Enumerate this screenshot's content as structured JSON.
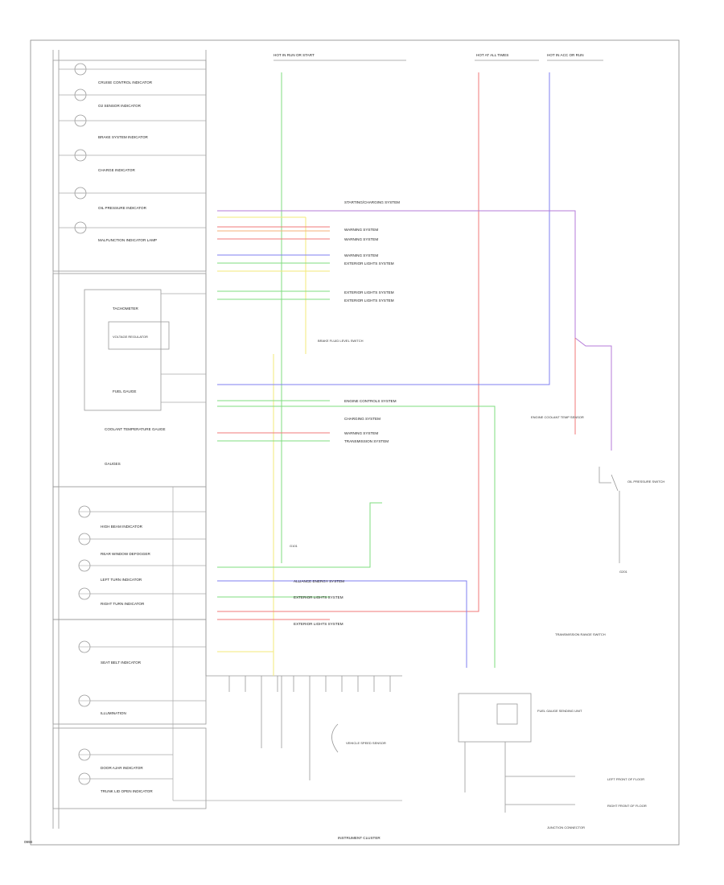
{
  "page": {
    "footer_code": "0994",
    "instrument_cluster_label": "INSTRUMENT CLUSTER"
  },
  "cluster_left": [
    {
      "id": "cruise",
      "text": "CRUISE CONTROL INDICATOR"
    },
    {
      "id": "o2",
      "text": "O2 SENSOR INDICATOR"
    },
    {
      "id": "brake",
      "text": "BRAKE SYSTEM INDICATOR"
    },
    {
      "id": "charge",
      "text": "CHARGE INDICATOR"
    },
    {
      "id": "oil",
      "text": "OIL PRESSURE INDICATOR"
    },
    {
      "id": "malf",
      "text": "MALFUNCTION INDICATOR LAMP"
    },
    {
      "id": "tach",
      "text": "TACHOMETER"
    },
    {
      "id": "voltage",
      "text": "VOLTAGE REGULATOR"
    },
    {
      "id": "fuel",
      "text": "FUEL GAUGE"
    },
    {
      "id": "temp",
      "text": "COOLANT TEMPERATURE GAUGE"
    },
    {
      "id": "gauges",
      "text": "GAUGES"
    },
    {
      "id": "highbeam",
      "text": "HIGH BEAM INDICATOR"
    },
    {
      "id": "rearwin",
      "text": "REAR WINDOW DEFOGGER"
    },
    {
      "id": "lturn",
      "text": "LEFT TURN INDICATOR"
    },
    {
      "id": "rturn",
      "text": "RIGHT TURN INDICATOR"
    },
    {
      "id": "seatbelt",
      "text": "SEAT BELT INDICATOR"
    },
    {
      "id": "illum",
      "text": "ILLUMINATION"
    },
    {
      "id": "door",
      "text": "DOOR AJAR INDICATOR"
    },
    {
      "id": "trunk",
      "text": "TRUNK LID OPEN INDICATOR"
    }
  ],
  "top_labels": [
    {
      "id": "fuse_left",
      "text": "HOT IN RUN OR START"
    },
    {
      "id": "fuse_mid",
      "text": "HOT AT ALL TIMES"
    },
    {
      "id": "fuse_right",
      "text": "HOT IN ACC OR RUN"
    }
  ],
  "right_labels": [
    {
      "id": "r1",
      "text": "STARTING/CHARGING SYSTEM"
    },
    {
      "id": "r2",
      "text": "WARNING SYSTEM"
    },
    {
      "id": "r3",
      "text": "WARNING SYSTEM"
    },
    {
      "id": "r4",
      "text": "WARNING SYSTEM"
    },
    {
      "id": "r5",
      "text": "EXTERIOR LIGHTS SYSTEM"
    },
    {
      "id": "r6",
      "text": "EXTERIOR LIGHTS SYSTEM"
    },
    {
      "id": "r7",
      "text": "EXTERIOR LIGHTS SYSTEM"
    },
    {
      "id": "r8",
      "text": "ENGINE CONTROLS SYSTEM"
    },
    {
      "id": "r9",
      "text": "CHARGING SYSTEM"
    },
    {
      "id": "r10",
      "text": "WARNING SYSTEM"
    },
    {
      "id": "r11",
      "text": "TRANSMISSION SYSTEM"
    },
    {
      "id": "r12",
      "text": "ALLIANCE ENERGY SYSTEM"
    },
    {
      "id": "r13",
      "text": "EXTERIOR LIGHTS SYSTEM"
    },
    {
      "id": "r14",
      "text": "EXTERIOR LIGHTS SYSTEM"
    }
  ],
  "components": [
    {
      "id": "brake_switch",
      "text": "BRAKE FLUID LEVEL SWITCH"
    },
    {
      "id": "speed_sensor",
      "text": "VEHICLE SPEED SENSOR"
    },
    {
      "id": "oil_switch",
      "text": "OIL PRESSURE SWITCH"
    },
    {
      "id": "coolant_sensor",
      "text": "ENGINE COOLANT TEMP SENSOR"
    },
    {
      "id": "fuel_unit",
      "text": "FUEL GAUGE SENDING UNIT"
    },
    {
      "id": "trans",
      "text": "TRANSMISSION RANGE SWITCH"
    },
    {
      "id": "lhd",
      "text": "LEFT FRONT OF FLOOR"
    },
    {
      "id": "rhd",
      "text": "RIGHT FRONT OF FLOOR"
    },
    {
      "id": "ground_left",
      "text": "G101"
    },
    {
      "id": "ground_right",
      "text": "G201"
    },
    {
      "id": "junction",
      "text": "JUNCTION CONNECTOR"
    }
  ],
  "colors": {
    "yellow": "#f3ea7a",
    "green": "#7fdc7f",
    "red": "#f07a7a",
    "blue": "#7f7ff2",
    "violet": "#b57bd8",
    "orange": "#f4b27a",
    "gray": "#aaaaaa"
  }
}
